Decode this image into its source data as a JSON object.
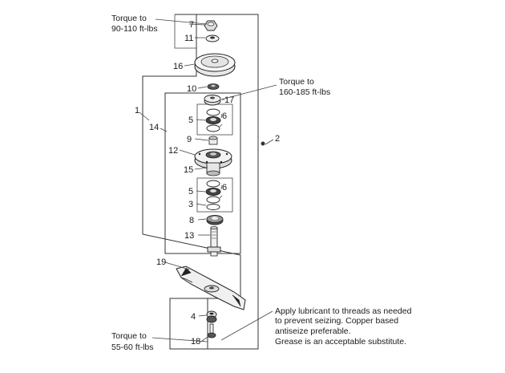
{
  "notes": {
    "torque_top": [
      "Torque to",
      "90-110 ft-lbs"
    ],
    "torque_mid": [
      "Torque to",
      "160-185 ft-lbs"
    ],
    "torque_bottom": [
      "Torque to",
      "55-60 ft-lbs"
    ],
    "lubricant": [
      "Apply lubricant to threads as needed",
      "to prevent seizing.  Copper based",
      "antiseize preferable.",
      "Grease is an acceptable substitute."
    ]
  },
  "part_labels": {
    "p7": "7",
    "p11": "11",
    "p16": "16",
    "p10": "10",
    "p17": "17",
    "p1": "1",
    "p14": "14",
    "p5a": "5",
    "p6a": "6",
    "p2": "2",
    "p9": "9",
    "p12": "12",
    "p15": "15",
    "p5b": "5",
    "p6b": "6",
    "p3": "3",
    "p8": "8",
    "p13": "13",
    "p19": "19",
    "p4": "4",
    "p18": "18"
  }
}
